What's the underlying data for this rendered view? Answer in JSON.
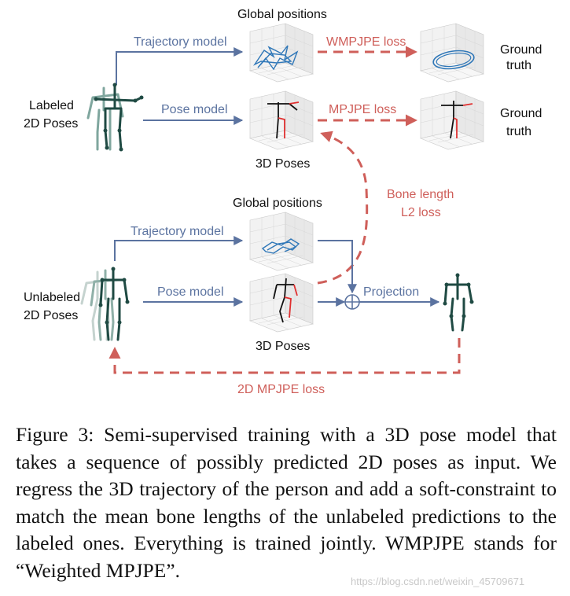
{
  "figure": {
    "top": {
      "global_positions": "Global positions",
      "trajectory_model": "Trajectory model",
      "wmpjpe_loss": "WMPJPE loss",
      "ground_truth_1a": "Ground",
      "ground_truth_1b": "truth",
      "labeled_1": "Labeled",
      "labeled_2": "2D Poses",
      "pose_model": "Pose model",
      "mpjpe_loss": "MPJPE loss",
      "ground_truth_2a": "Ground",
      "ground_truth_2b": "truth",
      "poses_3d": "3D Poses"
    },
    "middle": {
      "bone_length_1": "Bone length",
      "bone_length_2": "L2 loss"
    },
    "bottom": {
      "global_positions": "Global positions",
      "trajectory_model": "Trajectory model",
      "unlabeled_1": "Unlabeled",
      "unlabeled_2": "2D Poses",
      "pose_model": "Pose model",
      "projection": "Projection",
      "poses_3d": "3D Poses",
      "mpjpe_2d_loss": "2D MPJPE loss"
    },
    "colors": {
      "blue_arrow": "#5b73a0",
      "red_loss": "#cf5f5a",
      "skeleton": "#1f4a43",
      "trajectory": "#2f77b8"
    }
  },
  "caption": {
    "text": "Figure 3: Semi-supervised training with a 3D pose model that takes a sequence of possibly predicted 2D poses as input. We regress the 3D trajectory of the person and add a soft-constraint to match the mean bone lengths of the unlabeled predictions to the labeled ones. Everything is trained jointly. WMPJPE stands for “Weighted MPJPE”."
  },
  "watermark": "https://blog.csdn.net/weixin_45709671"
}
